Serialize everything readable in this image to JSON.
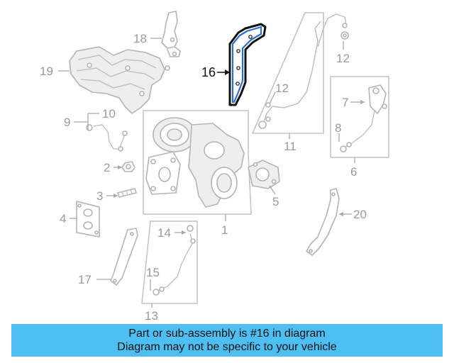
{
  "callouts": {
    "c1": "1",
    "c2": "2",
    "c3": "3",
    "c4": "4",
    "c5": "5",
    "c6": "6",
    "c7": "7",
    "c8": "8",
    "c9": "9",
    "c10": "10",
    "c11": "11",
    "c12a": "12",
    "c12b": "12",
    "c13": "13",
    "c14": "14",
    "c15": "15",
    "c16": "16",
    "c17": "17",
    "c18": "18",
    "c19": "19",
    "c20": "20"
  },
  "highlight": {
    "part_number": "16",
    "color": "#2a6fd6"
  },
  "banner": {
    "line1": "Part or sub-assembly is #16 in diagram",
    "line2": "Diagram may not be specific to your vehicle",
    "background": "#4dbff2"
  }
}
